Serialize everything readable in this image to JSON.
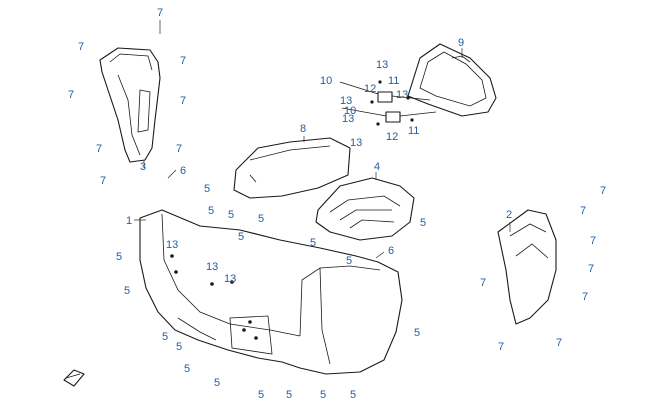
{
  "diagram": {
    "accent_color": "#1f5fa8",
    "line_color": "#1a1a1a",
    "callouts": [
      {
        "id": "c7a",
        "text": "7"
      },
      {
        "id": "c7b",
        "text": "7"
      },
      {
        "id": "c7c",
        "text": "7"
      },
      {
        "id": "c7d",
        "text": "7"
      },
      {
        "id": "c7e",
        "text": "7"
      },
      {
        "id": "c7f",
        "text": "7"
      },
      {
        "id": "c7g",
        "text": "7"
      },
      {
        "id": "c7h",
        "text": "7"
      },
      {
        "id": "c3",
        "text": "3"
      },
      {
        "id": "c9",
        "text": "9"
      },
      {
        "id": "c10a",
        "text": "10"
      },
      {
        "id": "c10b",
        "text": "10"
      },
      {
        "id": "c11a",
        "text": "11"
      },
      {
        "id": "c11b",
        "text": "11"
      },
      {
        "id": "c12a",
        "text": "12"
      },
      {
        "id": "c12b",
        "text": "12"
      },
      {
        "id": "c13a",
        "text": "13"
      },
      {
        "id": "c13b",
        "text": "13"
      },
      {
        "id": "c13c",
        "text": "13"
      },
      {
        "id": "c13d",
        "text": "13"
      },
      {
        "id": "c13e",
        "text": "13"
      },
      {
        "id": "c8",
        "text": "8"
      },
      {
        "id": "c4",
        "text": "4"
      },
      {
        "id": "c6a",
        "text": "6"
      },
      {
        "id": "c6b",
        "text": "6"
      },
      {
        "id": "c1",
        "text": "1"
      },
      {
        "id": "c5a",
        "text": "5"
      },
      {
        "id": "c5b",
        "text": "5"
      },
      {
        "id": "c5c",
        "text": "5"
      },
      {
        "id": "c5d",
        "text": "5"
      },
      {
        "id": "c5e",
        "text": "5"
      },
      {
        "id": "c5f",
        "text": "5"
      },
      {
        "id": "c5g",
        "text": "5"
      },
      {
        "id": "c5h",
        "text": "5"
      },
      {
        "id": "c5i",
        "text": "5"
      },
      {
        "id": "c5j",
        "text": "5"
      },
      {
        "id": "c5k",
        "text": "5"
      },
      {
        "id": "c5l",
        "text": "5"
      },
      {
        "id": "c5m",
        "text": "5"
      },
      {
        "id": "c5n",
        "text": "5"
      },
      {
        "id": "c5o",
        "text": "5"
      },
      {
        "id": "c5p",
        "text": "5"
      },
      {
        "id": "c5q",
        "text": "5"
      },
      {
        "id": "c5r",
        "text": "5"
      },
      {
        "id": "c5s",
        "text": "5"
      },
      {
        "id": "c13f",
        "text": "13"
      },
      {
        "id": "c13g",
        "text": "13"
      },
      {
        "id": "c13h",
        "text": "13"
      },
      {
        "id": "c2",
        "text": "2"
      },
      {
        "id": "c7i",
        "text": "7"
      },
      {
        "id": "c7j",
        "text": "7"
      },
      {
        "id": "c7k",
        "text": "7"
      },
      {
        "id": "c7l",
        "text": "7"
      },
      {
        "id": "c7m",
        "text": "7"
      },
      {
        "id": "c7n",
        "text": "7"
      },
      {
        "id": "c7o",
        "text": "7"
      },
      {
        "id": "c7p",
        "text": "7"
      }
    ]
  }
}
